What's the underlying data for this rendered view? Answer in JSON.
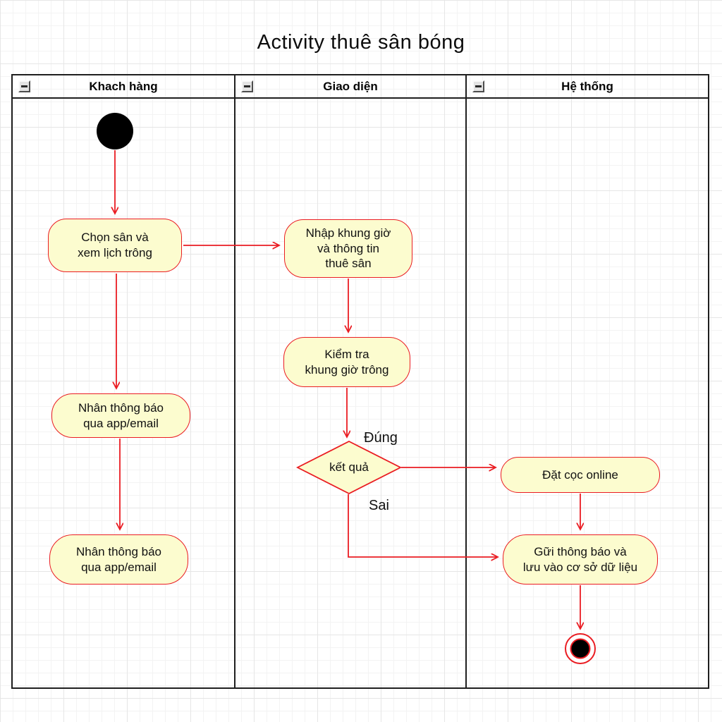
{
  "title": "Activity thuê sân bóng",
  "lanes": {
    "customer": "Khach hàng",
    "interface": "Giao diện",
    "system": "Hệ thống"
  },
  "nodes": {
    "chon_san": "Chọn sân và\nxem lịch trông",
    "nhan_thong_bao_1": "Nhân thông báo\nqua app/email",
    "nhan_thong_bao_2": "Nhân thông báo\nqua app/email",
    "nhap_khung_gio": "Nhập khung giờ\nvà thông tin\nthuê sân",
    "kiem_tra": "Kiểm tra\nkhung giờ trông",
    "ket_qua": "kết quả",
    "dat_coc": "Đặt cọc online",
    "gui_thong_bao": "Gữi thông báo và\nlưu vào cơ sở dữ liệu"
  },
  "guards": {
    "true_label": "Đúng",
    "false_label": "Sai"
  },
  "colors": {
    "node_fill": "#fcfccf",
    "node_border": "#ea1c22",
    "arrow": "#ea1c22",
    "lane_border": "#1f1f1f",
    "start_end_fill": "#000000"
  }
}
